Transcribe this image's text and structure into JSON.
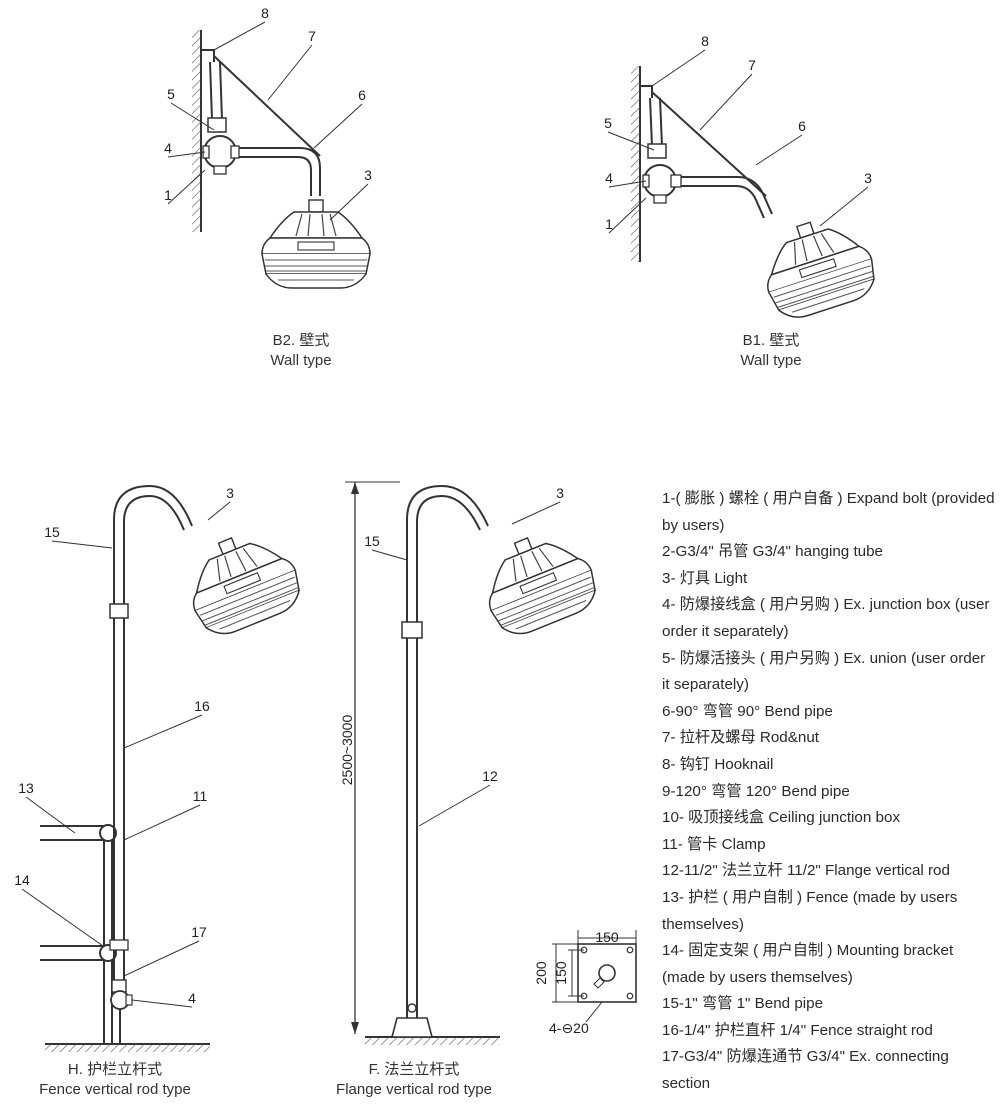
{
  "callouts": {
    "b2": [
      "8",
      "7",
      "5",
      "6",
      "4",
      "1",
      "3"
    ],
    "b1": [
      "8",
      "7",
      "5",
      "6",
      "4",
      "1",
      "3"
    ],
    "h": [
      "3",
      "15",
      "16",
      "13",
      "11",
      "14",
      "17",
      "4"
    ],
    "f": [
      "3",
      "15",
      "12"
    ]
  },
  "dimensions": {
    "height_range": "2500~3000",
    "plate_width": "150",
    "plate_outer": "200",
    "plate_inner": "150",
    "bolt_holes": "4-⊖20"
  },
  "captions": {
    "b2": {
      "cn": "B2. 壁式",
      "en": "Wall type"
    },
    "b1": {
      "cn": "B1. 壁式",
      "en": "Wall type"
    },
    "h": {
      "cn": "H. 护栏立杆式",
      "en": "Fence vertical rod type"
    },
    "f": {
      "cn": "F. 法兰立杆式",
      "en": "Flange vertical rod type"
    }
  },
  "legend": [
    "1-( 膨胀 ) 螺栓 ( 用户自备 )    Expand bolt (provided by users)",
    "2-G3/4\" 吊管  G3/4\" hanging tube",
    "3- 灯具   Light",
    "4- 防爆接线盒 ( 用户另购 )  Ex. junction box (user order it separately)",
    "5- 防爆活接头 ( 用户另购 )  Ex. union (user order it separately)",
    "6-90°  弯管    90°   Bend pipe",
    "7- 拉杆及螺母   Rod&nut",
    "8- 钩钉  Hooknail",
    "9-120°  弯管    120°   Bend pipe",
    "10- 吸顶接线盒  Ceiling junction box",
    "11- 管卡  Clamp",
    "12-11/2\" 法兰立杆  11/2\" Flange vertical rod",
    "13- 护栏 ( 用户自制 ) Fence (made by users themselves)",
    "14- 固定支架 ( 用户自制 ) Mounting bracket (made by users themselves)",
    "15-1\" 弯管  1\" Bend pipe",
    "16-1/4\" 护栏直杆   1/4\" Fence straight rod",
    "17-G3/4\" 防爆连通节  G3/4\" Ex. connecting section"
  ]
}
